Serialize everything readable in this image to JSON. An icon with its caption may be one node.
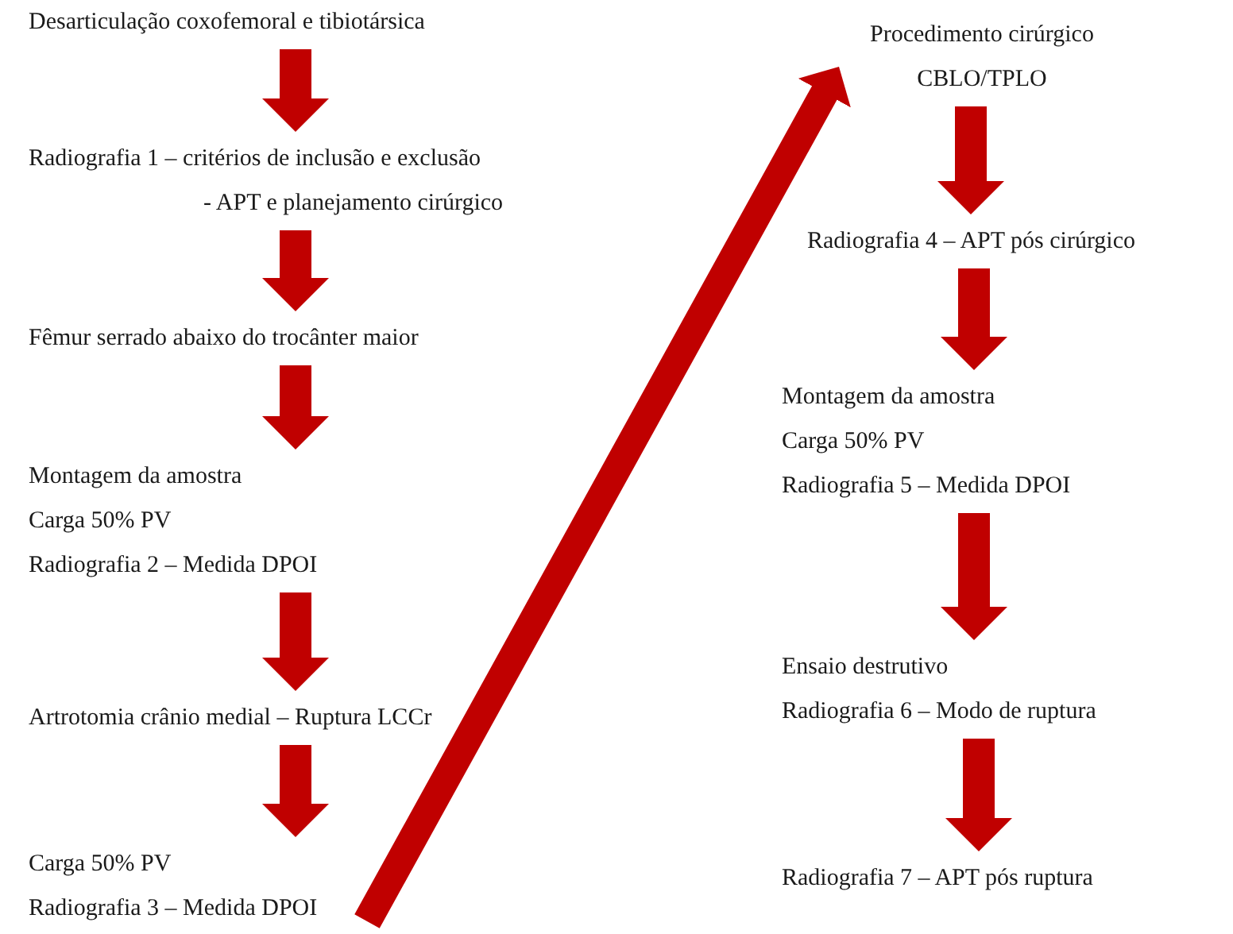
{
  "diagram": {
    "nodes": [
      {
        "text": [
          "Desarticulação coxofemoral e tibiotársica"
        ]
      },
      {
        "text": [
          "Radiografia 1 – critérios de inclusão e exclusão",
          "- APT e planejamento cirúrgico"
        ]
      },
      {
        "text": [
          "Fêmur serrado abaixo do trocânter maior"
        ]
      },
      {
        "text": [
          "Montagem da amostra",
          "Carga 50% PV",
          "Radiografia 2 – Medida DPOI"
        ]
      },
      {
        "text": [
          "Artrotomia crânio medial – Ruptura LCCr"
        ]
      },
      {
        "text": [
          "Carga 50% PV",
          "Radiografia 3 – Medida DPOI"
        ]
      },
      {
        "text": [
          "Procedimento cirúrgico",
          "CBLO/TPLO"
        ]
      },
      {
        "text": [
          "Radiografia 4 – APT pós cirúrgico"
        ]
      },
      {
        "text": [
          "Montagem da amostra",
          "Carga 50% PV",
          "Radiografia 5 – Medida DPOI"
        ]
      },
      {
        "text": [
          "Ensaio destrutivo",
          "Radiografia 6 – Modo de ruptura"
        ]
      },
      {
        "text": [
          "Radiografia 7 – APT pós ruptura"
        ]
      }
    ],
    "edges": [
      {
        "from": 0,
        "to": 1,
        "arrow": "to"
      },
      {
        "from": 1,
        "to": 2,
        "arrow": "to"
      },
      {
        "from": 2,
        "to": 3,
        "arrow": "to"
      },
      {
        "from": 3,
        "to": 4,
        "arrow": "to"
      },
      {
        "from": 4,
        "to": 5,
        "arrow": "to"
      },
      {
        "from": 5,
        "to": 6,
        "arrow": "to"
      },
      {
        "from": 6,
        "to": 7,
        "arrow": "to"
      },
      {
        "from": 7,
        "to": 8,
        "arrow": "to"
      },
      {
        "from": 8,
        "to": 9,
        "arrow": "to"
      },
      {
        "from": 9,
        "to": 10,
        "arrow": "to"
      }
    ]
  }
}
